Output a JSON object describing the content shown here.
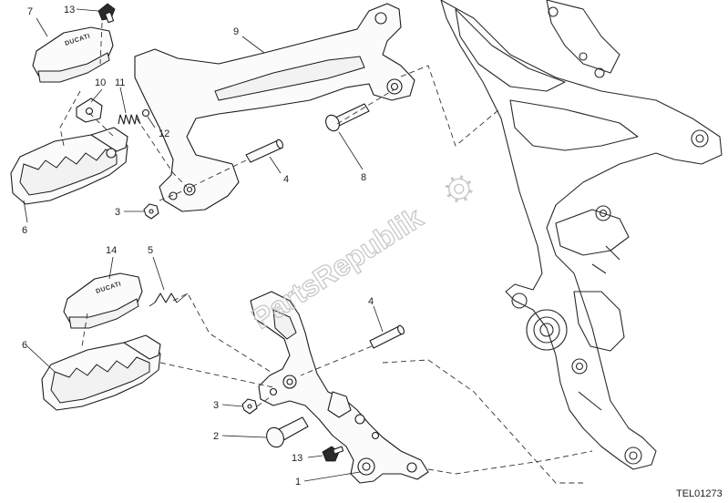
{
  "watermark": "PartsRepublik",
  "reference_code": "TEL01273",
  "brand_text": "DUCATI",
  "callouts": [
    {
      "id": "c7",
      "label": "7"
    },
    {
      "id": "c13a",
      "label": "13"
    },
    {
      "id": "c9",
      "label": "9"
    },
    {
      "id": "c10",
      "label": "10"
    },
    {
      "id": "c11",
      "label": "11"
    },
    {
      "id": "c12",
      "label": "12"
    },
    {
      "id": "c6a",
      "label": "6"
    },
    {
      "id": "c3a",
      "label": "3"
    },
    {
      "id": "c4a",
      "label": "4"
    },
    {
      "id": "c8",
      "label": "8"
    },
    {
      "id": "c14",
      "label": "14"
    },
    {
      "id": "c5",
      "label": "5"
    },
    {
      "id": "c6b",
      "label": "6"
    },
    {
      "id": "c4b",
      "label": "4"
    },
    {
      "id": "c3b",
      "label": "3"
    },
    {
      "id": "c2",
      "label": "2"
    },
    {
      "id": "c13b",
      "label": "13"
    },
    {
      "id": "c1",
      "label": "1"
    }
  ],
  "icons": {
    "watermark_logo": "gear-icon"
  }
}
